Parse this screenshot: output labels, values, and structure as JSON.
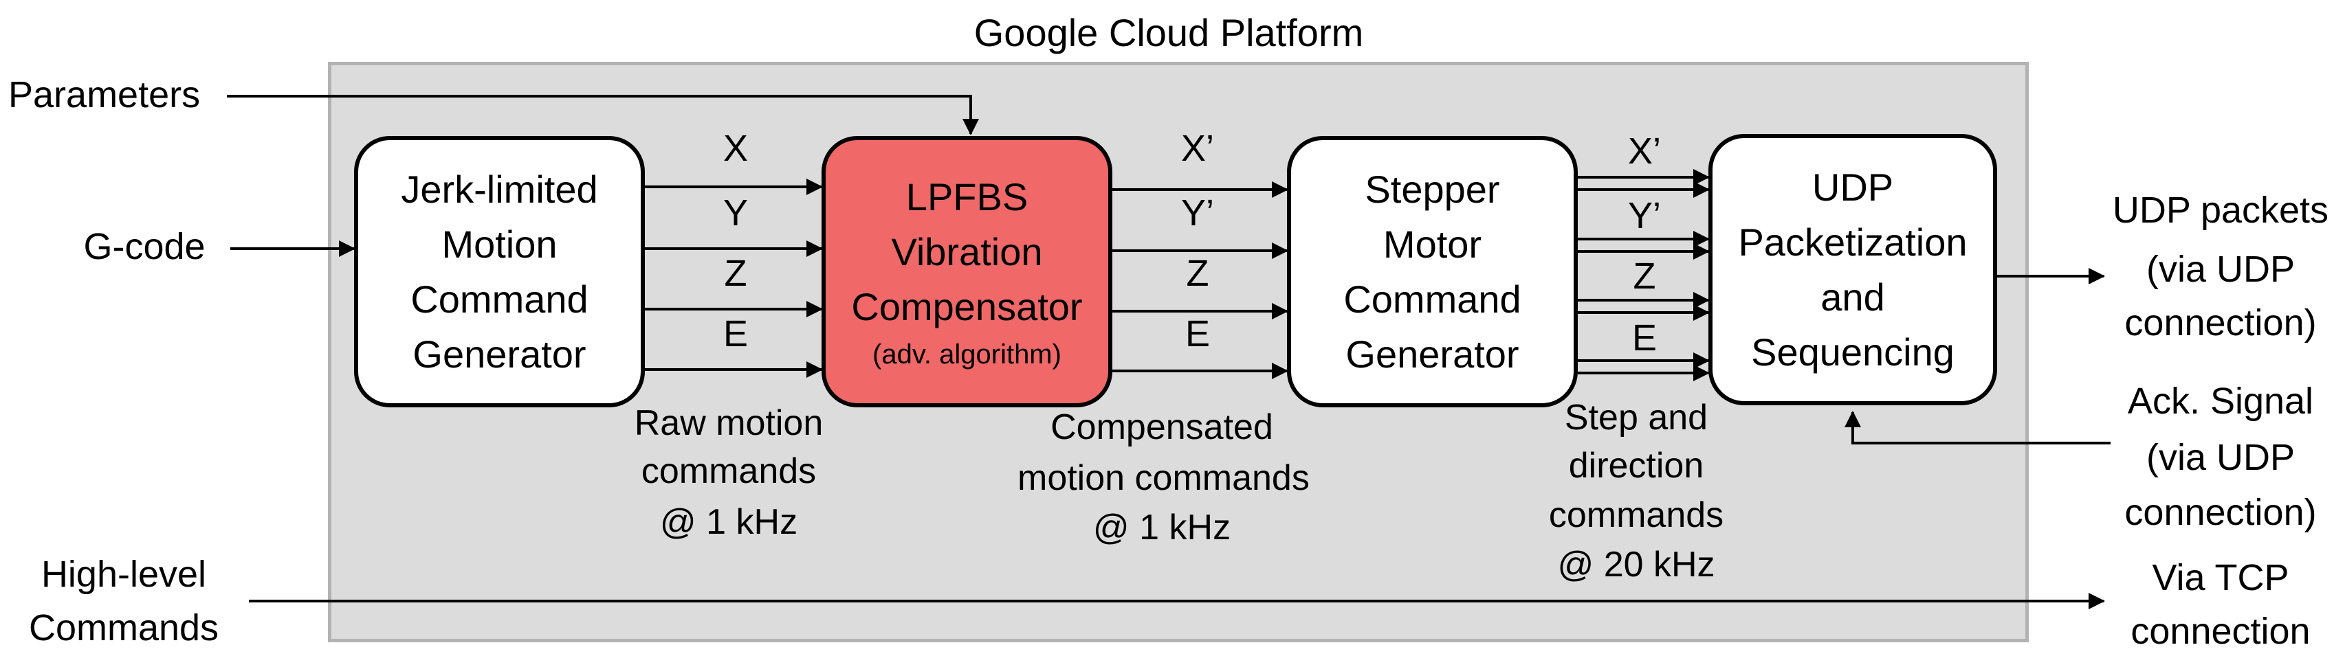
{
  "platform_title": "Google Cloud Platform",
  "blocks": {
    "jerk": [
      "Jerk-limited",
      "Motion",
      "Command",
      "Generator"
    ],
    "lpfbs": [
      "LPFBS",
      "Vibration",
      "Compensator"
    ],
    "lpfbs_note": "(adv. algorithm)",
    "stepper": [
      "Stepper",
      "Motor",
      "Command",
      "Generator"
    ],
    "udp": [
      "UDP",
      "Packetization",
      "and",
      "Sequencing"
    ]
  },
  "inputs": {
    "parameters": "Parameters",
    "gcode": "G-code",
    "high_level": [
      "High-level",
      "Commands"
    ]
  },
  "outputs": {
    "udp_packets": [
      "UDP packets",
      "(via UDP",
      "connection)"
    ],
    "ack": [
      "Ack. Signal",
      "(via UDP",
      "connection)"
    ],
    "tcp": [
      "Via TCP",
      "connection"
    ]
  },
  "signals": {
    "raw": [
      "X",
      "Y",
      "Z",
      "E"
    ],
    "compensated": [
      "X’",
      "Y’",
      "Z",
      "E"
    ],
    "step_dir": [
      "X’",
      "Y’",
      "Z",
      "E"
    ]
  },
  "stage_labels": {
    "raw": [
      "Raw motion",
      "commands",
      "@ 1 kHz"
    ],
    "compensated": [
      "Compensated",
      "motion commands",
      "@ 1 kHz"
    ],
    "step_dir": [
      "Step and",
      "direction",
      "commands",
      "@ 20 kHz"
    ]
  },
  "colors": {
    "compensator_fill": "#f06868",
    "platform_fill": "#dcdcdc",
    "platform_border": "#b3b3b3"
  }
}
